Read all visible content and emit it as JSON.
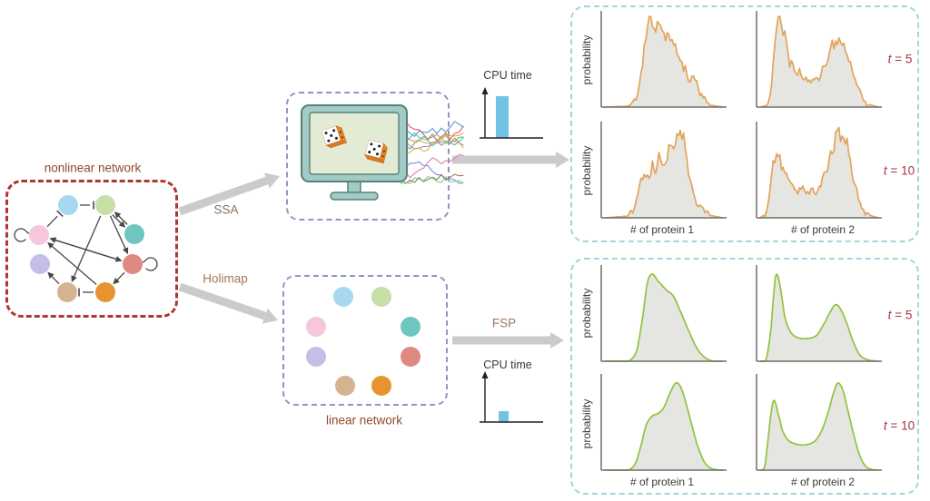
{
  "labels": {
    "nonlinear_network": "nonlinear network",
    "linear_network": "linear network",
    "ssa": "SSA",
    "holimap": "Holimap",
    "fsp": "FSP",
    "cpu_time": "CPU time",
    "probability": "probability",
    "protein1": "# of protein 1",
    "protein2": "# of protein 2",
    "t_var": "t",
    "t5_rest": " = 5",
    "t10_rest": " = 10"
  },
  "colors": {
    "red_box": "#b2362f",
    "purple_box": "#9094cb",
    "cyan_box": "#a3d4de",
    "flow_arrow": "#cbcbcb",
    "edge": "#474747",
    "axis": "#6e6e6e",
    "bar_blue": "#72c2e6",
    "orange_curve": "#e2a45a",
    "green_curve": "#8fc43e",
    "curve_fill": "#e5e5e1",
    "monitor_frame": "#a2cbc5",
    "monitor_outline": "#58807a",
    "monitor_screen": "#e3ebd5",
    "dice_orange": "#e5862c",
    "trajectories": [
      "#d94f4f",
      "#4f86d9",
      "#5ab55a",
      "#e8973a",
      "#3fb8b8",
      "#b06fc9",
      "#c9b93f",
      "#7a7ad9",
      "#e06fa0",
      "#8a6a4a",
      "#6fc48a"
    ]
  },
  "network": {
    "nodes": [
      {
        "name": "blue",
        "color": "#a6d8f2"
      },
      {
        "name": "green",
        "color": "#c6dfa6"
      },
      {
        "name": "pink",
        "color": "#f7c6dd"
      },
      {
        "name": "teal",
        "color": "#6fc5c0"
      },
      {
        "name": "lavender",
        "color": "#c3bfe6"
      },
      {
        "name": "salmon",
        "color": "#df8983"
      },
      {
        "name": "tan",
        "color": "#d4b391"
      },
      {
        "name": "orange",
        "color": "#e79430"
      }
    ],
    "edges": [
      {
        "from": 0,
        "to": 1,
        "type": "tbar"
      },
      {
        "from": 2,
        "to": 0,
        "type": "tbar"
      },
      {
        "from": 1,
        "to": 3,
        "type": "arrow",
        "off": 2
      },
      {
        "from": 3,
        "to": 1,
        "type": "arrow",
        "off": 2
      },
      {
        "from": 1,
        "to": 5,
        "type": "arrow"
      },
      {
        "from": 1,
        "to": 6,
        "type": "arrow"
      },
      {
        "from": 5,
        "to": 2,
        "type": "arrow"
      },
      {
        "from": 7,
        "to": 2,
        "type": "arrow"
      },
      {
        "from": 2,
        "to": 5,
        "type": "arrow"
      },
      {
        "from": 7,
        "to": 6,
        "type": "tbar"
      },
      {
        "from": 6,
        "to": 4,
        "type": "arrow"
      },
      {
        "from": 5,
        "to": 7,
        "type": "arrow"
      }
    ],
    "self_loops": [
      {
        "node": 2,
        "side": "left"
      },
      {
        "node": 5,
        "side": "right"
      }
    ]
  },
  "chart_data": {
    "cpu_ssa": {
      "type": "bar",
      "value": 1.0
    },
    "cpu_fsp": {
      "type": "bar",
      "value": 0.26
    },
    "ssa_t5_p1": {
      "type": "area",
      "style": "jagged",
      "seed": 3,
      "points": [
        [
          0,
          0
        ],
        [
          0.2,
          0.01
        ],
        [
          0.26,
          0.08
        ],
        [
          0.3,
          0.3
        ],
        [
          0.33,
          0.62
        ],
        [
          0.36,
          0.9
        ],
        [
          0.38,
          1.0
        ],
        [
          0.41,
          0.92
        ],
        [
          0.44,
          0.97
        ],
        [
          0.47,
          0.85
        ],
        [
          0.5,
          0.9
        ],
        [
          0.53,
          0.78
        ],
        [
          0.56,
          0.82
        ],
        [
          0.6,
          0.65
        ],
        [
          0.64,
          0.55
        ],
        [
          0.68,
          0.42
        ],
        [
          0.72,
          0.3
        ],
        [
          0.76,
          0.32
        ],
        [
          0.8,
          0.18
        ],
        [
          0.85,
          0.08
        ],
        [
          0.9,
          0.02
        ],
        [
          1,
          0
        ]
      ]
    },
    "ssa_t5_p2": {
      "type": "area",
      "style": "jagged",
      "seed": 7,
      "points": [
        [
          0,
          0
        ],
        [
          0.06,
          0.02
        ],
        [
          0.09,
          0.2
        ],
        [
          0.12,
          0.6
        ],
        [
          0.14,
          0.95
        ],
        [
          0.16,
          1.0
        ],
        [
          0.18,
          0.85
        ],
        [
          0.2,
          0.9
        ],
        [
          0.23,
          0.6
        ],
        [
          0.27,
          0.45
        ],
        [
          0.31,
          0.38
        ],
        [
          0.35,
          0.42
        ],
        [
          0.38,
          0.3
        ],
        [
          0.42,
          0.28
        ],
        [
          0.46,
          0.3
        ],
        [
          0.5,
          0.35
        ],
        [
          0.54,
          0.5
        ],
        [
          0.58,
          0.6
        ],
        [
          0.62,
          0.72
        ],
        [
          0.65,
          0.68
        ],
        [
          0.68,
          0.78
        ],
        [
          0.71,
          0.72
        ],
        [
          0.74,
          0.6
        ],
        [
          0.78,
          0.45
        ],
        [
          0.82,
          0.3
        ],
        [
          0.86,
          0.12
        ],
        [
          0.9,
          0.04
        ],
        [
          1,
          0
        ]
      ]
    },
    "ssa_t10_p1": {
      "type": "area",
      "style": "jagged",
      "seed": 11,
      "points": [
        [
          0,
          0
        ],
        [
          0.2,
          0.02
        ],
        [
          0.25,
          0.1
        ],
        [
          0.28,
          0.25
        ],
        [
          0.31,
          0.42
        ],
        [
          0.34,
          0.5
        ],
        [
          0.37,
          0.45
        ],
        [
          0.4,
          0.6
        ],
        [
          0.43,
          0.55
        ],
        [
          0.46,
          0.68
        ],
        [
          0.5,
          0.62
        ],
        [
          0.53,
          0.75
        ],
        [
          0.56,
          0.82
        ],
        [
          0.59,
          0.78
        ],
        [
          0.62,
          0.95
        ],
        [
          0.65,
          1.0
        ],
        [
          0.68,
          0.88
        ],
        [
          0.7,
          0.6
        ],
        [
          0.73,
          0.35
        ],
        [
          0.77,
          0.2
        ],
        [
          0.82,
          0.1
        ],
        [
          0.88,
          0.03
        ],
        [
          1,
          0
        ]
      ]
    },
    "ssa_t10_p2": {
      "type": "area",
      "style": "jagged",
      "seed": 17,
      "points": [
        [
          0,
          0
        ],
        [
          0.05,
          0.05
        ],
        [
          0.08,
          0.3
        ],
        [
          0.11,
          0.6
        ],
        [
          0.14,
          0.78
        ],
        [
          0.17,
          0.65
        ],
        [
          0.2,
          0.55
        ],
        [
          0.24,
          0.45
        ],
        [
          0.28,
          0.38
        ],
        [
          0.32,
          0.3
        ],
        [
          0.36,
          0.32
        ],
        [
          0.4,
          0.26
        ],
        [
          0.44,
          0.3
        ],
        [
          0.48,
          0.28
        ],
        [
          0.52,
          0.38
        ],
        [
          0.56,
          0.55
        ],
        [
          0.6,
          0.72
        ],
        [
          0.63,
          0.85
        ],
        [
          0.66,
          1.0
        ],
        [
          0.69,
          0.92
        ],
        [
          0.72,
          0.96
        ],
        [
          0.75,
          0.7
        ],
        [
          0.78,
          0.5
        ],
        [
          0.82,
          0.3
        ],
        [
          0.86,
          0.12
        ],
        [
          0.9,
          0.04
        ],
        [
          1,
          0
        ]
      ]
    },
    "holimap_t5_p1": {
      "type": "area",
      "style": "smooth",
      "points": [
        [
          0,
          0
        ],
        [
          0.2,
          0
        ],
        [
          0.27,
          0.12
        ],
        [
          0.32,
          0.5
        ],
        [
          0.36,
          0.9
        ],
        [
          0.4,
          1.0
        ],
        [
          0.45,
          0.92
        ],
        [
          0.52,
          0.82
        ],
        [
          0.58,
          0.75
        ],
        [
          0.63,
          0.6
        ],
        [
          0.7,
          0.38
        ],
        [
          0.78,
          0.15
        ],
        [
          0.85,
          0.04
        ],
        [
          0.92,
          0
        ],
        [
          1,
          0
        ]
      ]
    },
    "holimap_t5_p2": {
      "type": "area",
      "style": "smooth",
      "points": [
        [
          0,
          0
        ],
        [
          0.05,
          0.02
        ],
        [
          0.09,
          0.35
        ],
        [
          0.12,
          0.85
        ],
        [
          0.14,
          1.0
        ],
        [
          0.17,
          0.85
        ],
        [
          0.21,
          0.5
        ],
        [
          0.26,
          0.33
        ],
        [
          0.32,
          0.27
        ],
        [
          0.4,
          0.26
        ],
        [
          0.48,
          0.3
        ],
        [
          0.55,
          0.45
        ],
        [
          0.6,
          0.58
        ],
        [
          0.64,
          0.65
        ],
        [
          0.68,
          0.6
        ],
        [
          0.73,
          0.45
        ],
        [
          0.78,
          0.25
        ],
        [
          0.84,
          0.08
        ],
        [
          0.9,
          0.02
        ],
        [
          1,
          0
        ]
      ]
    },
    "holimap_t10_p1": {
      "type": "area",
      "style": "smooth",
      "points": [
        [
          0,
          0
        ],
        [
          0.2,
          0
        ],
        [
          0.26,
          0.08
        ],
        [
          0.31,
          0.3
        ],
        [
          0.35,
          0.52
        ],
        [
          0.4,
          0.62
        ],
        [
          0.45,
          0.65
        ],
        [
          0.5,
          0.72
        ],
        [
          0.55,
          0.88
        ],
        [
          0.6,
          1.0
        ],
        [
          0.64,
          0.96
        ],
        [
          0.68,
          0.8
        ],
        [
          0.73,
          0.55
        ],
        [
          0.78,
          0.3
        ],
        [
          0.84,
          0.1
        ],
        [
          0.9,
          0.02
        ],
        [
          1,
          0
        ]
      ]
    },
    "holimap_t10_p2": {
      "type": "area",
      "style": "smooth",
      "points": [
        [
          0,
          0
        ],
        [
          0.04,
          0.05
        ],
        [
          0.07,
          0.4
        ],
        [
          0.1,
          0.72
        ],
        [
          0.12,
          0.8
        ],
        [
          0.15,
          0.66
        ],
        [
          0.19,
          0.45
        ],
        [
          0.24,
          0.34
        ],
        [
          0.3,
          0.3
        ],
        [
          0.38,
          0.29
        ],
        [
          0.46,
          0.33
        ],
        [
          0.52,
          0.45
        ],
        [
          0.58,
          0.68
        ],
        [
          0.63,
          0.92
        ],
        [
          0.66,
          1.0
        ],
        [
          0.7,
          0.92
        ],
        [
          0.74,
          0.7
        ],
        [
          0.79,
          0.42
        ],
        [
          0.84,
          0.18
        ],
        [
          0.89,
          0.05
        ],
        [
          0.94,
          0.01
        ],
        [
          1,
          0
        ]
      ]
    }
  }
}
